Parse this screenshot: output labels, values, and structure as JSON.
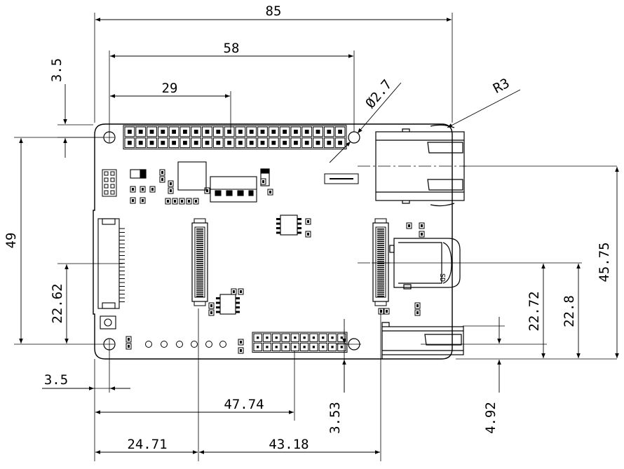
{
  "drawing": {
    "dimensions": {
      "width_total": "85",
      "hole_spacing": "58",
      "header_center": "29",
      "hole_diameter": "Ø2.7",
      "corner_radius": "R3",
      "hole_top_offset": "3.5",
      "height_total": "49",
      "left_conn_y": "22.62",
      "hole_left_offset": "3.5",
      "header2_x": "47.74",
      "header2_y": "3.53",
      "conn_x1": "24.71",
      "conn_x2": "43.18",
      "usb_y": "4.92",
      "sd_y": "22.72",
      "conn_right_y": "22.8",
      "eth_y": "45.75"
    },
    "silkscreen": {
      "sd_label": "SD"
    }
  }
}
